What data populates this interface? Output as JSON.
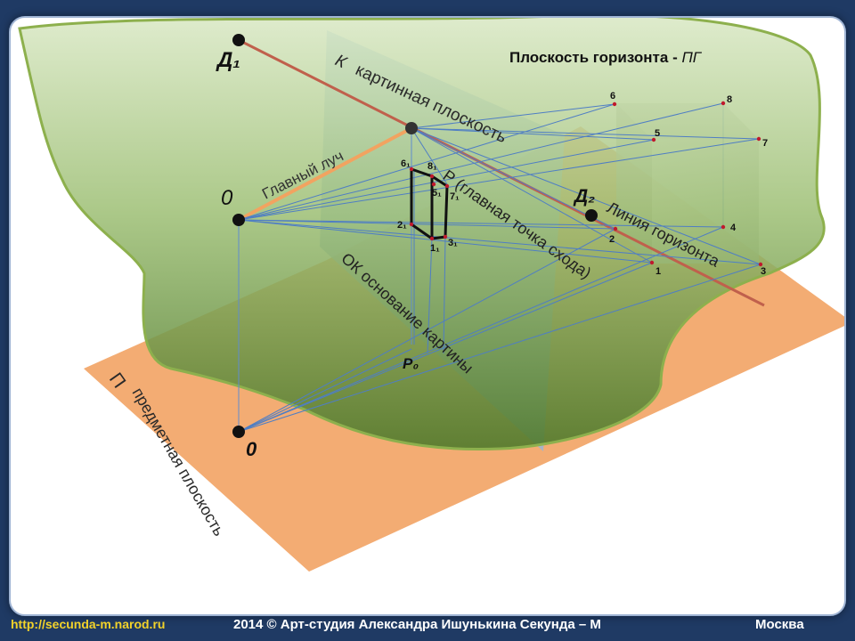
{
  "labels": {
    "d1": "Д₁",
    "horizon_plane_title": "Плоскость горизонта - ",
    "horizon_plane_abbr": "ПГ",
    "picture_plane_letter": "К",
    "picture_plane_name": "картинная плоскость",
    "main_ray": "Главный луч",
    "observer_o": "0",
    "p_main_point": "Р (главная точка схода)",
    "d2": "Д₂",
    "horizon_line": "Линия горизонта",
    "ok_base": "ОК основание картины",
    "p0": "Р₀",
    "object_plane_letter": "П",
    "object_plane_name": "предметная плоскость",
    "ground_o": "0",
    "point_6_1": "6₁",
    "point_8_1": "8₁",
    "point_5_1": "5₁",
    "point_7_1": "7₁",
    "point_2_1": "2₁",
    "point_1_1": "1₁",
    "point_3_1": "3₁"
  },
  "cube_points": [
    "1",
    "2",
    "3",
    "4",
    "5",
    "6",
    "7",
    "8"
  ],
  "colors": {
    "horizon_plane_fill": "#b6cf8f",
    "horizon_plane_stroke": "#8db04d",
    "picture_plane_fill": "#a9c9ea",
    "object_plane_fill": "#f2a567",
    "horizon_line": "#c0604c",
    "main_ray": "#f2a360",
    "projection_rays": "#4f7ec4",
    "footer_url": "#f2d22a",
    "background": "#1f3a64"
  },
  "footer": {
    "url": "http://secunda-m.narod.ru",
    "credit": "2014  © Арт-студия Александра Ишунькина  Секунда – М",
    "city": "Москва"
  }
}
